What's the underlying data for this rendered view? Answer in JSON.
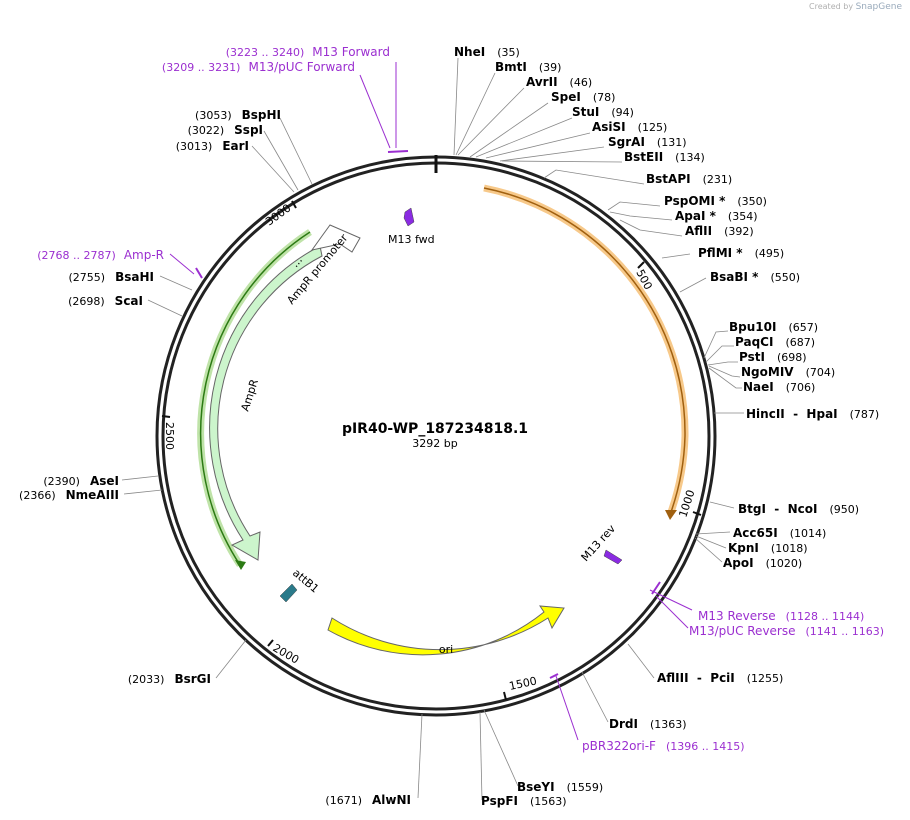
{
  "credit": {
    "prefix": "Created by",
    "brand": "SnapGene"
  },
  "plasmid": {
    "name": "pIR40-WP_187234818.1",
    "size": "3292 bp"
  },
  "ticks": [
    "500",
    "1000",
    "1500",
    "2000",
    "2500",
    "3000"
  ],
  "features": {
    "ampr_promoter": "AmpR promoter",
    "ampr": "AmpR",
    "ori": "ori",
    "attb1": "attB1",
    "m13fwd": "M13 fwd",
    "m13rev": "M13 rev",
    "ampr_dots": "..."
  },
  "enzymes_right": [
    {
      "name": "NheI",
      "pos": "(35)"
    },
    {
      "name": "BmtI",
      "pos": "(39)"
    },
    {
      "name": "AvrII",
      "pos": "(46)"
    },
    {
      "name": "SpeI",
      "pos": "(78)"
    },
    {
      "name": "StuI",
      "pos": "(94)"
    },
    {
      "name": "AsiSI",
      "pos": "(125)"
    },
    {
      "name": "SgrAI",
      "pos": "(131)"
    },
    {
      "name": "BstEII",
      "pos": "(134)"
    },
    {
      "name": "BstAPI",
      "pos": "(231)"
    },
    {
      "name": "PspOMI *",
      "pos": "(350)"
    },
    {
      "name": "ApaI *",
      "pos": "(354)"
    },
    {
      "name": "AflII",
      "pos": "(392)"
    },
    {
      "name": "PflMI *",
      "pos": "(495)"
    },
    {
      "name": "BsaBI *",
      "pos": "(550)"
    },
    {
      "name": "Bpu10I",
      "pos": "(657)"
    },
    {
      "name": "PaqCI",
      "pos": "(687)"
    },
    {
      "name": "PstI",
      "pos": "(698)"
    },
    {
      "name": "NgoMIV",
      "pos": "(704)"
    },
    {
      "name": "NaeI",
      "pos": "(706)"
    },
    {
      "name": "HincII  -  HpaI",
      "pos": "(787)"
    },
    {
      "name": "BtgI  -  NcoI",
      "pos": "(950)"
    },
    {
      "name": "Acc65I",
      "pos": "(1014)"
    },
    {
      "name": "KpnI",
      "pos": "(1018)"
    },
    {
      "name": "ApoI",
      "pos": "(1020)"
    },
    {
      "name": "AflIII  -  PciI",
      "pos": "(1255)"
    },
    {
      "name": "DrdI",
      "pos": "(1363)"
    },
    {
      "name": "BseYI",
      "pos": "(1559)"
    },
    {
      "name": "PspFI",
      "pos": "(1563)"
    }
  ],
  "enzymes_left": [
    {
      "name": "BspHI",
      "pos": "(3053)"
    },
    {
      "name": "SspI",
      "pos": "(3022)"
    },
    {
      "name": "EarI",
      "pos": "(3013)"
    },
    {
      "name": "BsaHI",
      "pos": "(2755)"
    },
    {
      "name": "ScaI",
      "pos": "(2698)"
    },
    {
      "name": "AseI",
      "pos": "(2390)"
    },
    {
      "name": "NmeAIII",
      "pos": "(2366)"
    },
    {
      "name": "BsrGI",
      "pos": "(2033)"
    },
    {
      "name": "AlwNI",
      "pos": "(1671)"
    }
  ],
  "primers": [
    {
      "name": "M13 Forward",
      "pos": "(3223 .. 3240)"
    },
    {
      "name": "M13/pUC Forward",
      "pos": "(3209 .. 3231)"
    },
    {
      "name": "Amp-R",
      "pos": "(2768 .. 2787)"
    },
    {
      "name": "M13 Reverse",
      "pos": "(1128 .. 1144)"
    },
    {
      "name": "M13/pUC Reverse",
      "pos": "(1141 .. 1163)"
    },
    {
      "name": "pBR322ori-F",
      "pos": "(1396 .. 1415)"
    }
  ],
  "colors": {
    "backbone": "#222222",
    "orange_feature": "#f5a623",
    "ampr_fill": "#ccf5cc",
    "ampr_border": "#55aa22",
    "ori_fill": "#ffff00",
    "primer": "#9b2fd0",
    "m13_marker": "#8a2be2",
    "attb1": "#2a7a8a"
  }
}
